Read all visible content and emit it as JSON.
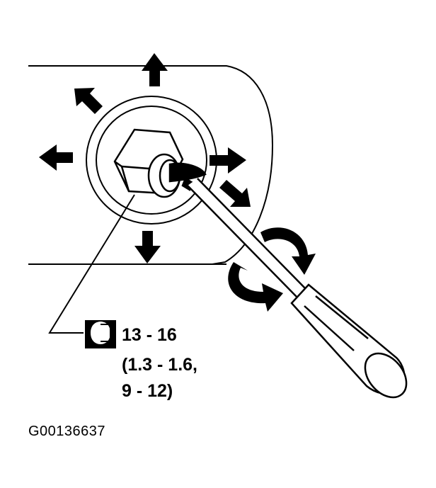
{
  "torque_spec": {
    "line1": "13 - 16",
    "line2": "(1.3 - 1.6,",
    "line3": "9 - 12)"
  },
  "figure_code": "G00136637",
  "icons": {
    "torque": "torque-wrench-icon",
    "direction_arrows": "arrow-icon",
    "rotation_arrows": "curved-arrow-icon"
  },
  "colors": {
    "ink": "#000000",
    "paper": "#ffffff"
  }
}
